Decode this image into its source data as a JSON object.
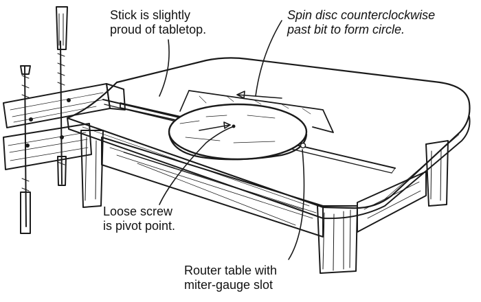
{
  "callouts": {
    "stick": {
      "line1": "Stick is slightly",
      "line2": "proud of tabletop."
    },
    "spin": {
      "line1": "Spin disc counterclockwise",
      "line2": "past bit to form circle."
    },
    "screw": {
      "line1": "Loose screw",
      "line2": "is pivot point."
    },
    "table": {
      "line1": "Router table with",
      "line2": "miter-gauge slot"
    }
  },
  "colors": {
    "ink": "#1a1a1a",
    "wood_shade": "#d9d9d9",
    "paper": "#ffffff"
  }
}
